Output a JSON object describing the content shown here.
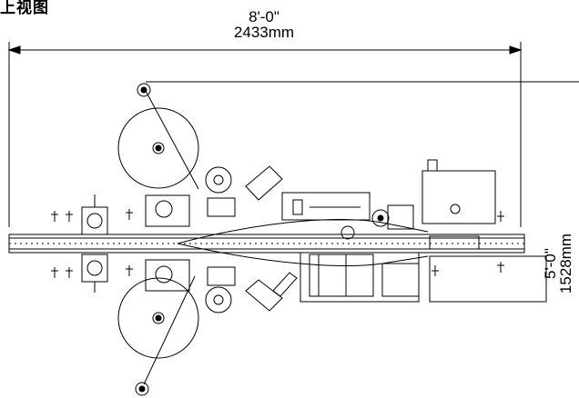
{
  "title": "上视图",
  "dimensions": {
    "width_ft": "8'-0\"",
    "width_mm": "2433mm",
    "depth_ft": "5'-0\"",
    "depth_mm": "1528mm"
  }
}
